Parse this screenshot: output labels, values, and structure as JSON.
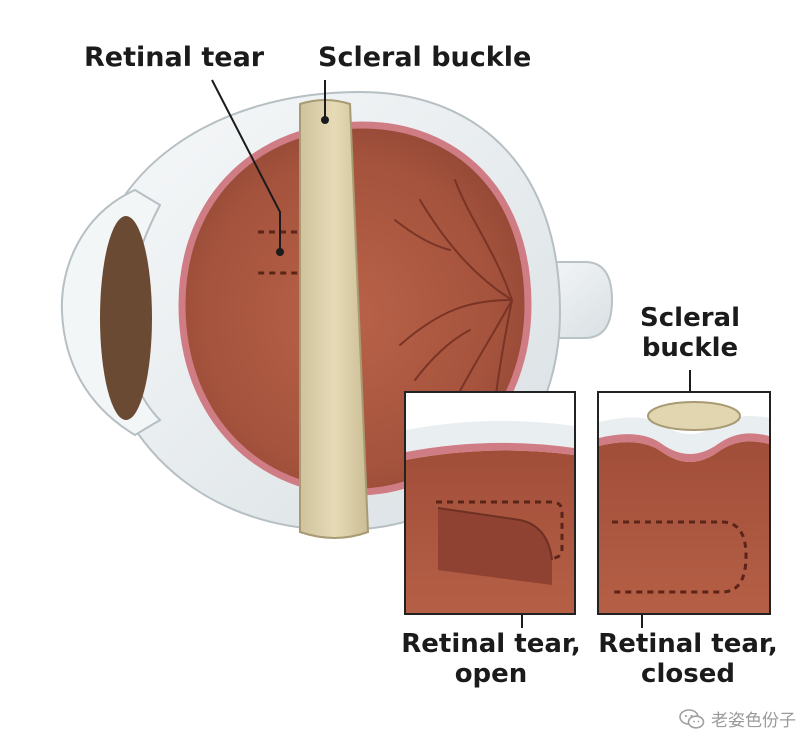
{
  "labels": {
    "retinal_tear": "Retinal tear",
    "scleral_buckle_top": "Scleral buckle",
    "scleral_buckle_inset_line1": "Scleral",
    "scleral_buckle_inset_line2": "buckle",
    "retinal_tear_open_line1": "Retinal tear,",
    "retinal_tear_open_line2": "open",
    "retinal_tear_closed_line1": "Retinal tear,",
    "retinal_tear_closed_line2": "closed"
  },
  "watermark": {
    "text": "老姿色份子",
    "icon": "wechat-icon"
  },
  "colors": {
    "retina": "#a9553e",
    "retina_dark": "#8d4332",
    "retina_edge": "#c9757e",
    "sclera": "#eef2f3",
    "buckle": "#ddd1ac",
    "buckle_edge": "#b7aa84",
    "pupil": "#6b4a34",
    "label": "#1b1b1b"
  }
}
